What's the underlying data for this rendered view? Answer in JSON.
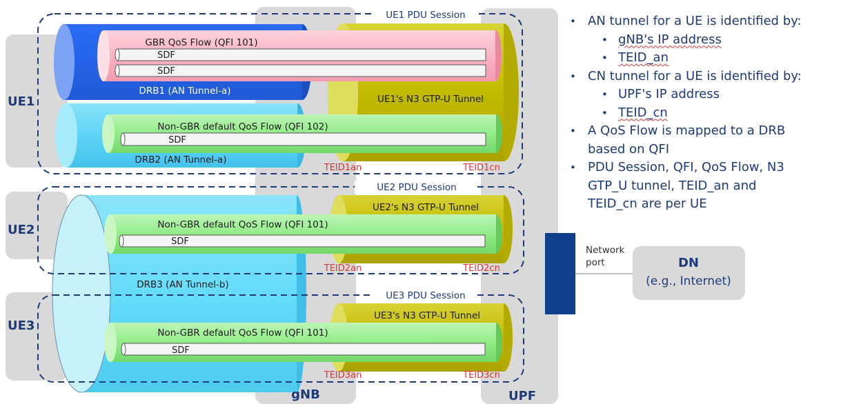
{
  "colors": {
    "gray_block": "#d9d9d9",
    "dashed_border": "#1e3a78",
    "drb1_blue": "#2f6cf0",
    "drb_light_blue": "#5fd3f6",
    "drb3_fill": "#66dcfa",
    "drb3_face": "#c6f2fc",
    "gbr_pink": "#fbb6c4",
    "nongbr_green": "#90ee88",
    "n3_olive": "#c3bb00",
    "sdf_fill": "#f5f5f5",
    "upf_port": "#0d3f8c",
    "teid_red": "#e53030",
    "text_navy": "#1e3a78"
  },
  "labels": {
    "ue1": "UE1",
    "ue2": "UE2",
    "ue3": "UE3",
    "gnb": "gNB",
    "upf": "UPF",
    "dn": "DN",
    "dn_sub": "(e.g., Internet)",
    "network_port_line1": "Network",
    "network_port_line2": "port"
  },
  "sessions": {
    "ue1": "UE1 PDU Session",
    "ue2": "UE2 PDU Session",
    "ue3": "UE3 PDU Session"
  },
  "tunnels": {
    "drb1": "DRB1 (AN Tunnel-a)",
    "drb2": "DRB2 (AN Tunnel-a)",
    "drb3": "DRB3 (AN Tunnel-b)",
    "n3_ue1": "UE1's N3 GTP-U Tunnel",
    "n3_ue2": "UE2's N3 GTP-U Tunnel",
    "n3_ue3": "UE3's N3 GTP-U Tunnel"
  },
  "flows": {
    "gbr_ue1": "GBR QoS Flow (QFI 101)",
    "nongbr_ue1": "Non-GBR default QoS Flow (QFI 102)",
    "nongbr_ue2": "Non-GBR default QoS Flow (QFI 101)",
    "nongbr_ue3": "Non-GBR default QoS Flow (QFI 101)",
    "sdf": "SDF"
  },
  "teids": {
    "teid1an": "TEID1an",
    "teid1cn": "TEID1cn",
    "teid2an": "TEID2an",
    "teid2cn": "TEID2cn",
    "teid3an": "TEID3an",
    "teid3cn": "TEID3cn"
  },
  "notes": {
    "b1": "AN tunnel for a UE is identified by:",
    "b1_s1": "gNB's IP address",
    "b1_s2": "TEID_an",
    "b2": "CN tunnel for a UE is identified by:",
    "b2_s1": "UPF's IP address",
    "b2_s2": "TEID_cn",
    "b3_l1": "A QoS Flow is mapped to a DRB",
    "b3_l2": "based on QFI",
    "b4_l1": "PDU Session, QFI, QoS Flow, N3",
    "b4_l2": "GTP_U tunnel, TEID_an and",
    "b4_l3": "TEID_cn are per UE"
  }
}
